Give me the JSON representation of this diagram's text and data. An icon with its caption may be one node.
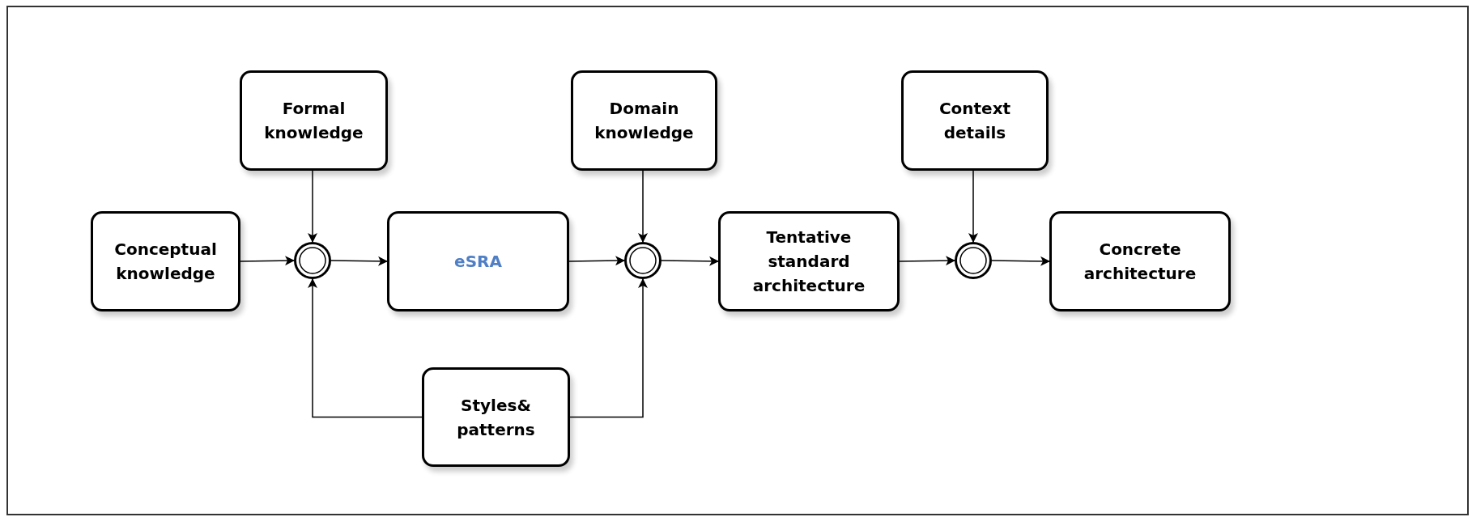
{
  "diagram": {
    "nodes": [
      {
        "text": [
          "Formal knowledge"
        ]
      },
      {
        "text": [
          "Domain knowledge"
        ]
      },
      {
        "text": [
          "Context details"
        ]
      },
      {
        "text": [
          "Conceptual knowledge"
        ]
      },
      {
        "text": [],
        "shape": "circle"
      },
      {
        "text": [
          "eSRA"
        ]
      },
      {
        "text": [],
        "shape": "circle"
      },
      {
        "text": [
          "Tentative standard architecture"
        ]
      },
      {
        "text": [],
        "shape": "circle"
      },
      {
        "text": [
          "Concrete architecture"
        ]
      },
      {
        "text": [
          "Styles& patterns"
        ]
      }
    ],
    "edges": [
      {
        "from": 3,
        "to": 4,
        "arrow": "to"
      },
      {
        "from": 0,
        "to": 4,
        "arrow": "to"
      },
      {
        "from": 4,
        "to": 5,
        "arrow": "to"
      },
      {
        "from": 5,
        "to": 6,
        "arrow": "to"
      },
      {
        "from": 1,
        "to": 6,
        "arrow": "to"
      },
      {
        "from": 6,
        "to": 7,
        "arrow": "to"
      },
      {
        "from": 7,
        "to": 8,
        "arrow": "to"
      },
      {
        "from": 2,
        "to": 8,
        "arrow": "to"
      },
      {
        "from": 8,
        "to": 9,
        "arrow": "to"
      },
      {
        "from": 10,
        "to": 4,
        "arrow": "to"
      },
      {
        "from": 10,
        "to": 6,
        "arrow": "to"
      }
    ]
  }
}
